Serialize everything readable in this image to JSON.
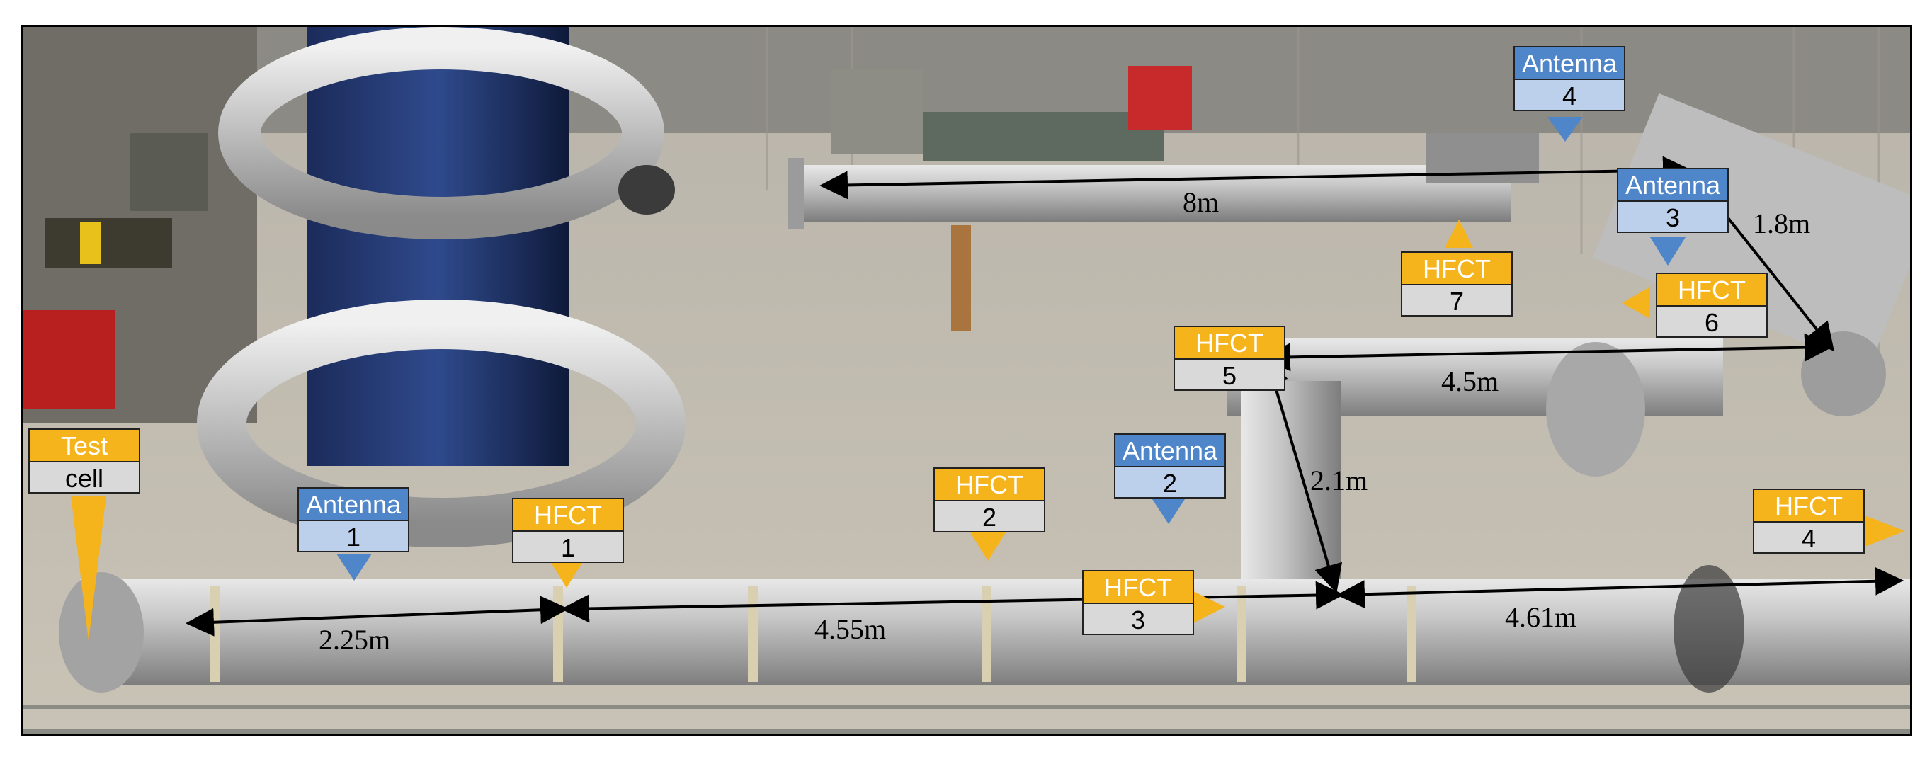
{
  "labels": {
    "test_cell": {
      "top": "Test",
      "bottom": "cell"
    },
    "antenna_1": {
      "top": "Antenna",
      "bottom": "1"
    },
    "antenna_2": {
      "top": "Antenna",
      "bottom": "2"
    },
    "antenna_3": {
      "top": "Antenna",
      "bottom": "3"
    },
    "antenna_4": {
      "top": "Antenna",
      "bottom": "4"
    },
    "hfct_1": {
      "top": "HFCT",
      "bottom": "1"
    },
    "hfct_2": {
      "top": "HFCT",
      "bottom": "2"
    },
    "hfct_3": {
      "top": "HFCT",
      "bottom": "3"
    },
    "hfct_4": {
      "top": "HFCT",
      "bottom": "4"
    },
    "hfct_5": {
      "top": "HFCT",
      "bottom": "5"
    },
    "hfct_6": {
      "top": "HFCT",
      "bottom": "6"
    },
    "hfct_7": {
      "top": "HFCT",
      "bottom": "7"
    }
  },
  "distances": {
    "d1": "2.25m",
    "d2": "4.55m",
    "d3": "4.61m",
    "d4": "2.1m",
    "d5": "4.5m",
    "d6": "8m",
    "d7": "1.8m"
  },
  "colors": {
    "hfct": "#f5b41c",
    "antenna": "#4f86c9",
    "antenna_light": "#bcd0ec",
    "hfct_value_bg": "#d9d9d9"
  }
}
